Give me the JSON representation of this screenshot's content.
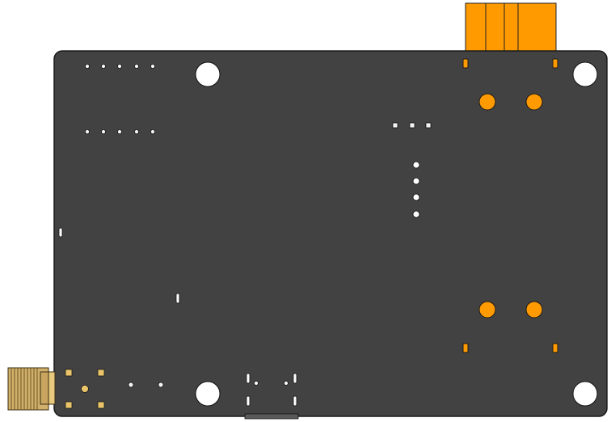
{
  "scene": {
    "description_visible_text": "",
    "colors": {
      "background": "#ffffff",
      "pcb": "#424242",
      "pcb_outline": "#1a1a1a",
      "connector_orange": "#ff9a00",
      "connector_orange_dark": "#c86f00",
      "gold": "#e9c46a",
      "sma_brass": "#d1b06b",
      "hole_white": "#ffffff",
      "pad_light": "#f4f4f4"
    },
    "components": [
      {
        "name": "pcb-board",
        "kind": "board"
      },
      {
        "name": "top-header-connector",
        "kind": "pin-header"
      },
      {
        "name": "sma-antenna-connector",
        "kind": "rf-connector"
      },
      {
        "name": "usb-connector",
        "kind": "usb"
      },
      {
        "name": "mounting-hole",
        "kind": "hole",
        "count": 4
      },
      {
        "name": "orange-standoff",
        "kind": "standoff",
        "count": 4
      },
      {
        "name": "via-row",
        "kind": "via-array"
      }
    ]
  }
}
